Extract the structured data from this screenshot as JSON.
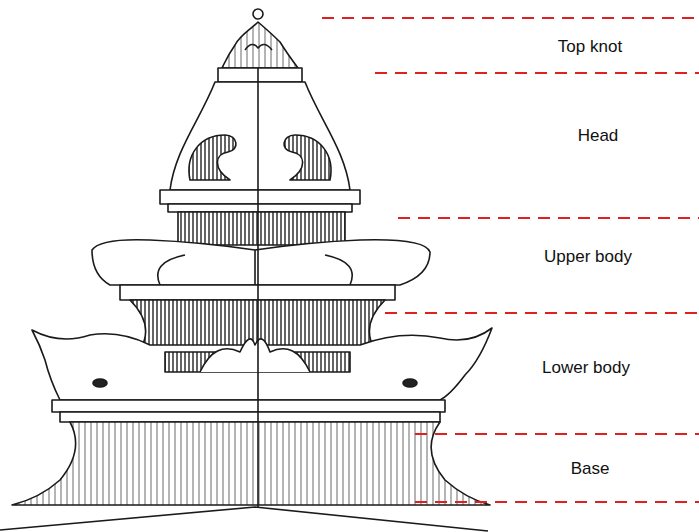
{
  "diagram": {
    "labels": [
      "Top knot",
      "Head",
      "Upper body",
      "Lower body",
      "Base"
    ]
  }
}
